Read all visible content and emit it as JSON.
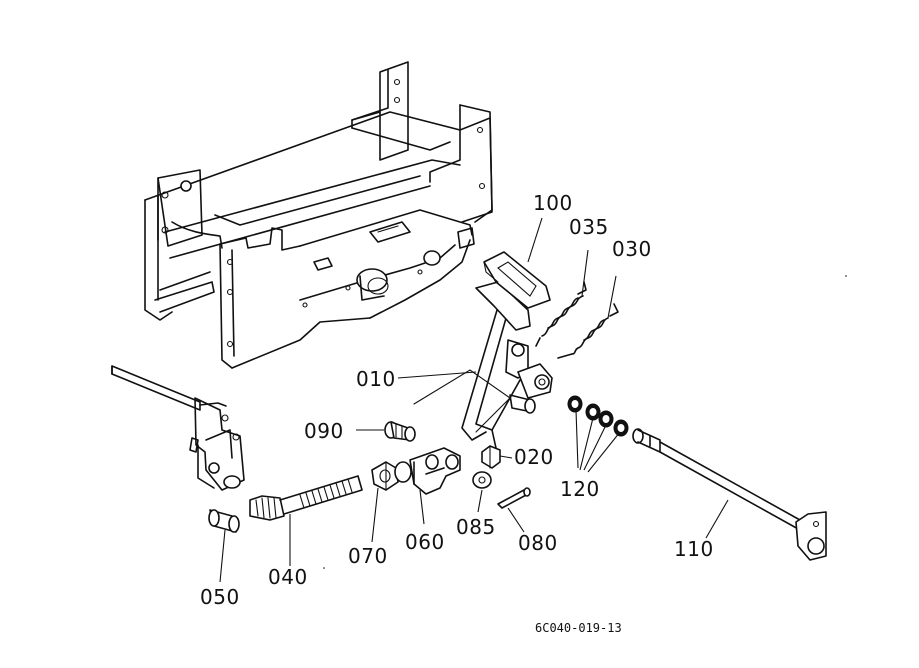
{
  "diagram": {
    "reference_code": "6C040-019-13",
    "callouts": {
      "p010": "010",
      "p020": "020",
      "p030": "030",
      "p035": "035",
      "p040": "040",
      "p050": "050",
      "p060": "060",
      "p070": "070",
      "p080": "080",
      "p085": "085",
      "p090": "090",
      "p100": "100",
      "p110": "110",
      "p120": "120"
    }
  }
}
